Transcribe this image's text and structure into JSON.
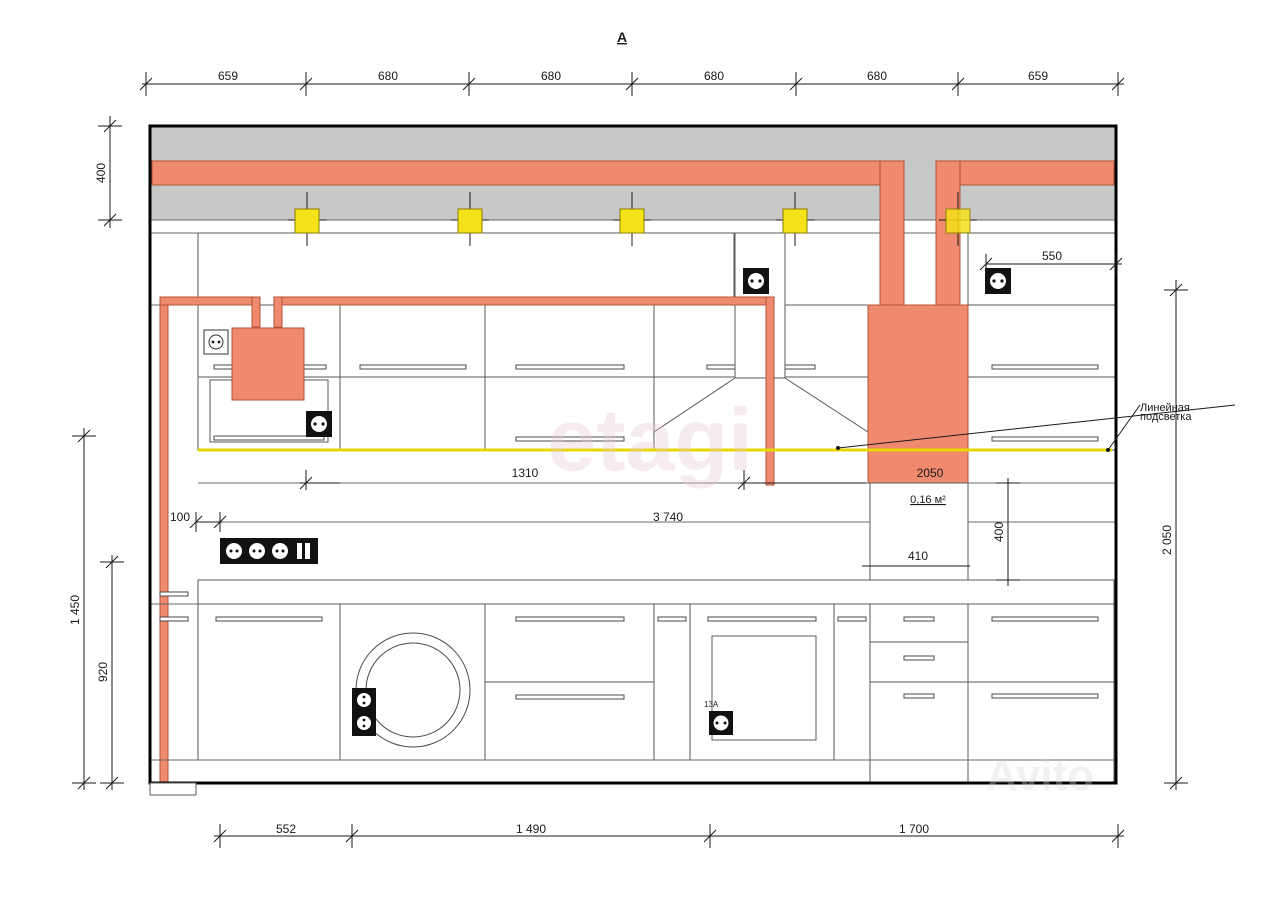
{
  "title": "А",
  "top_dimensions": [
    "659",
    "680",
    "680",
    "680",
    "680",
    "659"
  ],
  "bottom_dimensions": [
    "552",
    "1 490",
    "1 700"
  ],
  "left_dimensions": {
    "ceiling": "400",
    "counter_height": "1 450",
    "base_height": "920"
  },
  "right_dimensions": {
    "total_height": "2 050",
    "socket_offset": "550"
  },
  "inner_dimensions": {
    "sink_zone": "1310",
    "hood_zone": "2050",
    "total_length": "3 740",
    "start_offset": "100",
    "hood_area": "0,16 м²",
    "hood_width": "410",
    "hood_height": "400"
  },
  "annotations": {
    "led_label_line1": "Линейная",
    "led_label_line2": "подсветка",
    "socket_rating": "13A"
  },
  "watermarks": [
    "etagi",
    "Avito"
  ],
  "colors": {
    "ceiling": "#c8c8c8",
    "duct": "#ef8a6f",
    "lamp": "#f5e11a",
    "led_strip": "#e8d800",
    "socket": "#111111"
  },
  "icons": [
    "ceiling-lamp-icon",
    "power-socket-icon",
    "switch-icon"
  ]
}
